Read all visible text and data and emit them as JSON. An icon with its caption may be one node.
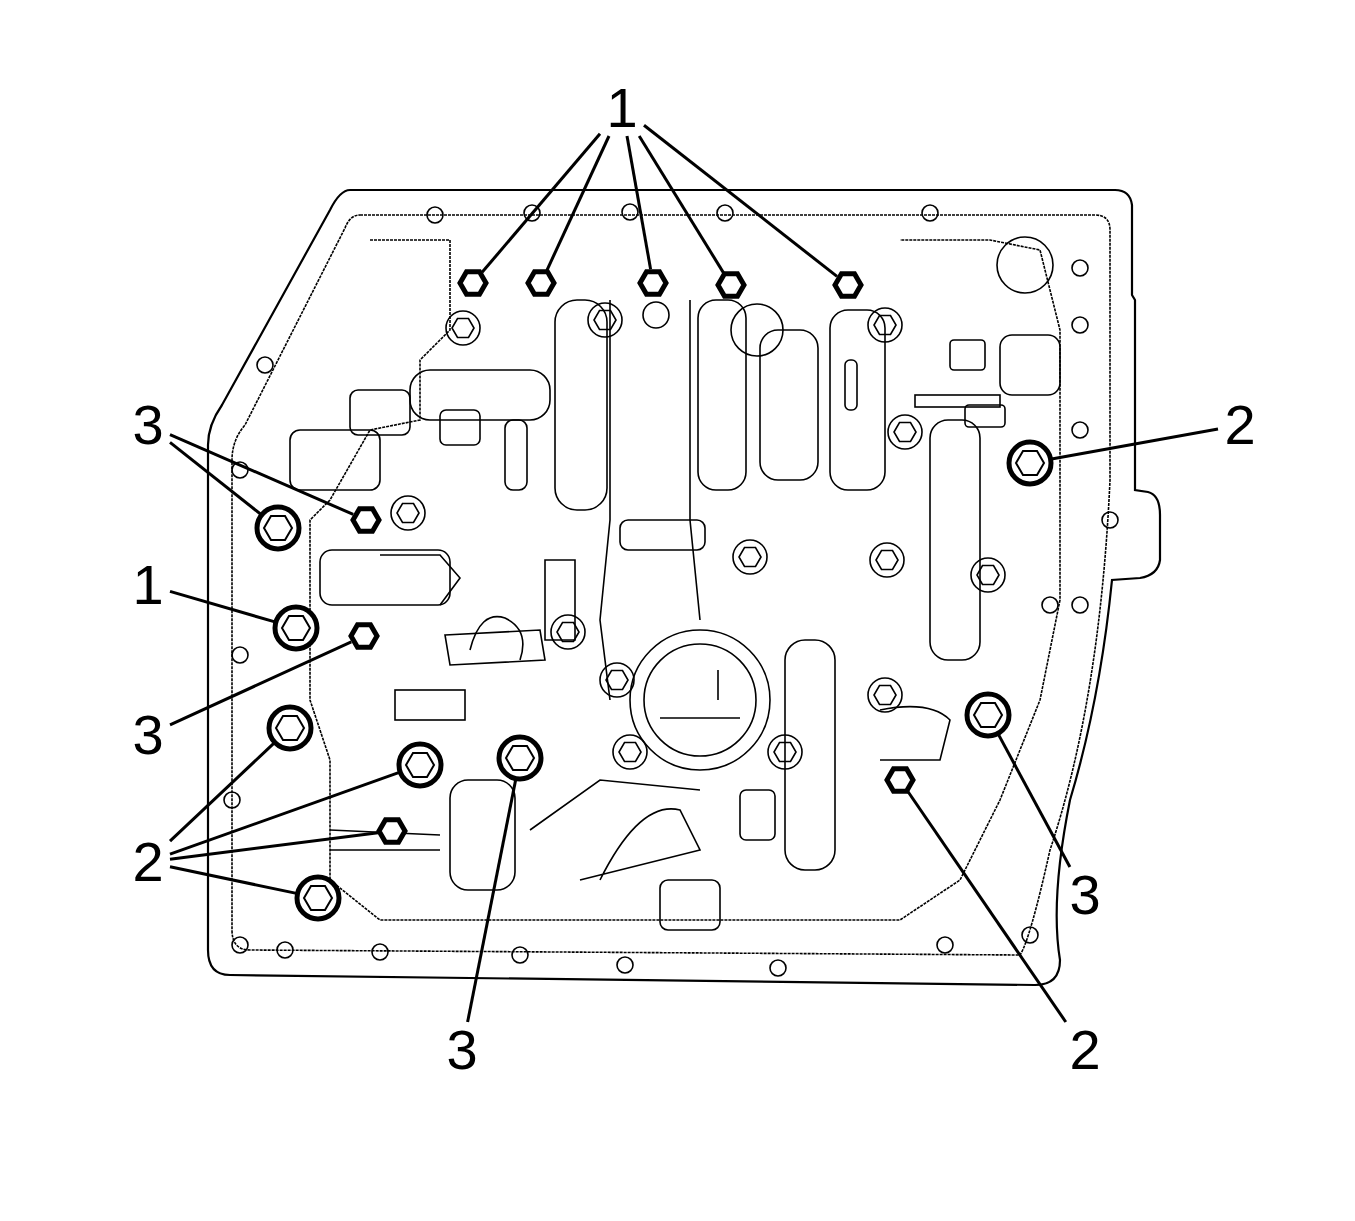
{
  "diagram": {
    "nodes": [
      {
        "text": [
          "1"
        ]
      },
      {
        "text": [],
        "shape": "hexagon"
      },
      {
        "text": [],
        "shape": "hexagon"
      },
      {
        "text": [],
        "shape": "hexagon"
      },
      {
        "text": [],
        "shape": "hexagon"
      },
      {
        "text": [],
        "shape": "hexagon"
      },
      {
        "text": [
          "3"
        ]
      },
      {
        "text": [
          "2"
        ]
      },
      {
        "text": [],
        "shape": "circle"
      },
      {
        "text": [],
        "shape": "circle"
      },
      {
        "text": [],
        "shape": "hexagon"
      },
      {
        "text": [
          "1"
        ]
      },
      {
        "text": [],
        "shape": "circle"
      },
      {
        "text": [],
        "shape": "hexagon"
      },
      {
        "text": [],
        "shape": "circle"
      },
      {
        "text": [],
        "shape": "circle"
      },
      {
        "text": [
          "3"
        ]
      },
      {
        "text": [],
        "shape": "circle"
      },
      {
        "text": [],
        "shape": "circle"
      },
      {
        "text": [],
        "shape": "hexagon"
      },
      {
        "text": [],
        "shape": "hexagon"
      },
      {
        "text": [
          "2"
        ]
      },
      {
        "text": [
          "3"
        ]
      },
      {
        "text": [],
        "shape": "circle"
      },
      {
        "text": [
          "3"
        ]
      },
      {
        "text": [
          "2"
        ]
      }
    ],
    "edges": [
      {
        "from": 0,
        "to": 1,
        "arrow": "none"
      },
      {
        "from": 0,
        "to": 2,
        "arrow": "none"
      },
      {
        "from": 0,
        "to": 3,
        "arrow": "none"
      },
      {
        "from": 0,
        "to": 4,
        "arrow": "none"
      },
      {
        "from": 0,
        "to": 5,
        "arrow": "none"
      },
      {
        "from": 6,
        "to": 9,
        "arrow": "none"
      },
      {
        "from": 6,
        "to": 10,
        "arrow": "none"
      },
      {
        "from": 7,
        "to": 8,
        "arrow": "none"
      },
      {
        "from": 11,
        "to": 12,
        "arrow": "none"
      },
      {
        "from": 16,
        "to": 13,
        "arrow": "none"
      },
      {
        "from": 21,
        "to": 15,
        "arrow": "none"
      },
      {
        "from": 21,
        "to": 18,
        "arrow": "none"
      },
      {
        "from": 21,
        "to": 20,
        "arrow": "none"
      },
      {
        "from": 21,
        "to": 23,
        "arrow": "none"
      },
      {
        "from": 22,
        "to": 14,
        "arrow": "none"
      },
      {
        "from": 24,
        "to": 17,
        "arrow": "none"
      },
      {
        "from": 25,
        "to": 19,
        "arrow": "none"
      }
    ]
  }
}
